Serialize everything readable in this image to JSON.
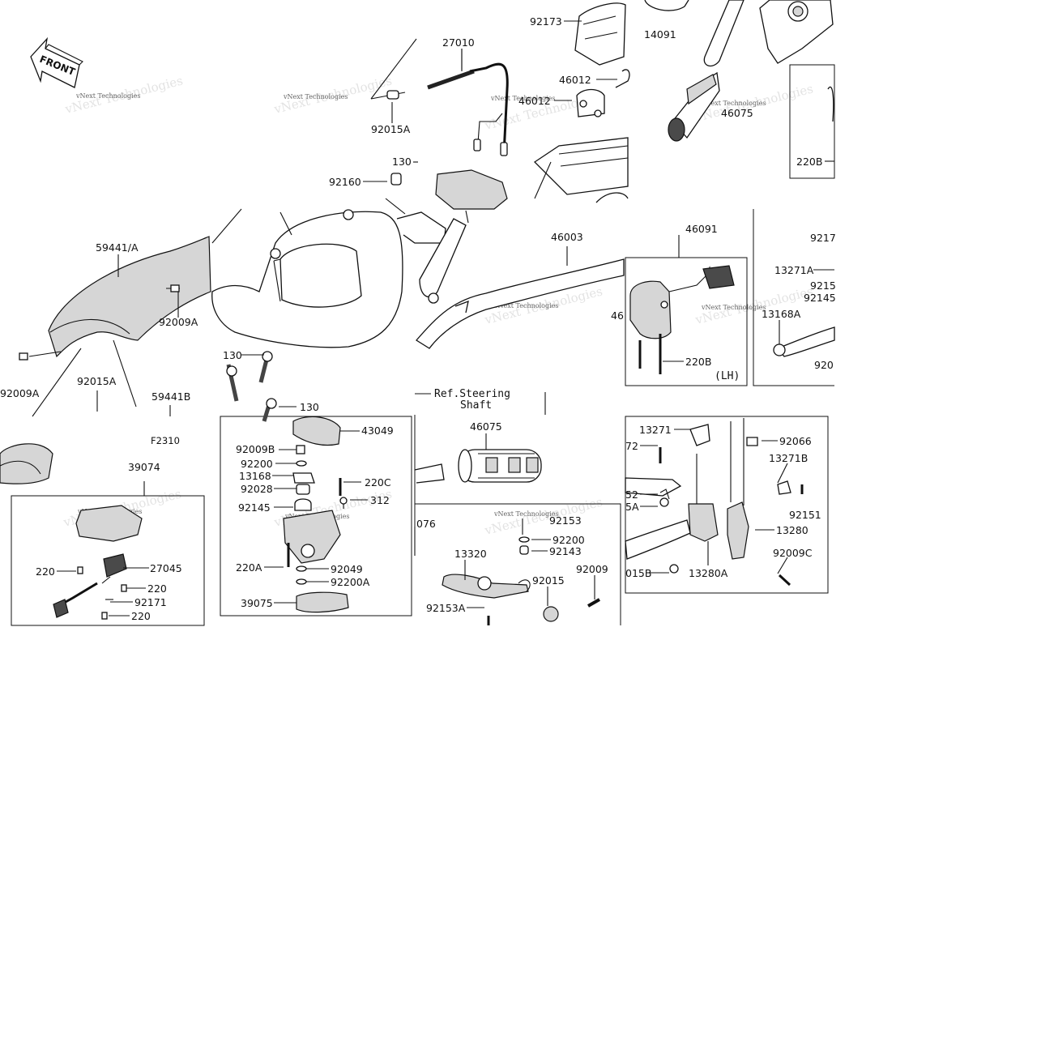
{
  "diagram": {
    "code": "F2310",
    "front_label": "FRONT",
    "steering_ref_line1": "Ref.Steering",
    "steering_ref_line2": "Shaft",
    "lh_label": "(LH)",
    "watermark": "vNext Technologies",
    "parts": {
      "p92173": "92173",
      "p27010": "27010",
      "p14091": "14091",
      "p46012": "46012",
      "p46012b": "46012",
      "p92015A": "92015A",
      "p46075a": "46075",
      "p130a": "130",
      "p92160": "92160",
      "p220B_top": "220B",
      "p46003": "46003",
      "p46091": "46091",
      "p9217x": "9217",
      "p13271A": "13271A",
      "p9215x": "9215",
      "p92145x": "92145",
      "p13168A": "13168A",
      "p920x": "920",
      "p46x": "46",
      "p220B": "220B",
      "p59441A": "59441/A",
      "p92009A_a": "92009A",
      "p92009A_b": "92009A",
      "p92015A_b": "92015A",
      "p59441B": "59441B",
      "p130b": "130",
      "p130c": "130",
      "p43049": "43049",
      "p92009B": "92009B",
      "p92200": "92200",
      "p13168": "13168",
      "p92028": "92028",
      "p220C": "220C",
      "p92145": "92145",
      "p312": "312",
      "p220A": "220A",
      "p92049": "92049",
      "p92200A": "92200A",
      "p39075": "39075",
      "p39074": "39074",
      "p220a": "220",
      "p27045": "27045",
      "p220b": "220",
      "p92171": "92171",
      "p220c": "220",
      "p46075b": "46075",
      "p076": "076",
      "p13320": "13320",
      "p92153": "92153",
      "p92200b": "92200",
      "p92143": "92143",
      "p92009": "92009",
      "p92015": "92015",
      "p92153A": "92153A",
      "p13271": "13271",
      "p72": "72",
      "p92066": "92066",
      "p13271B": "13271B",
      "p52": "52",
      "p5A": "5A",
      "p92151": "92151",
      "p13280": "13280",
      "p92009C": "92009C",
      "p015B": "015B",
      "p13280A": "13280A"
    }
  }
}
